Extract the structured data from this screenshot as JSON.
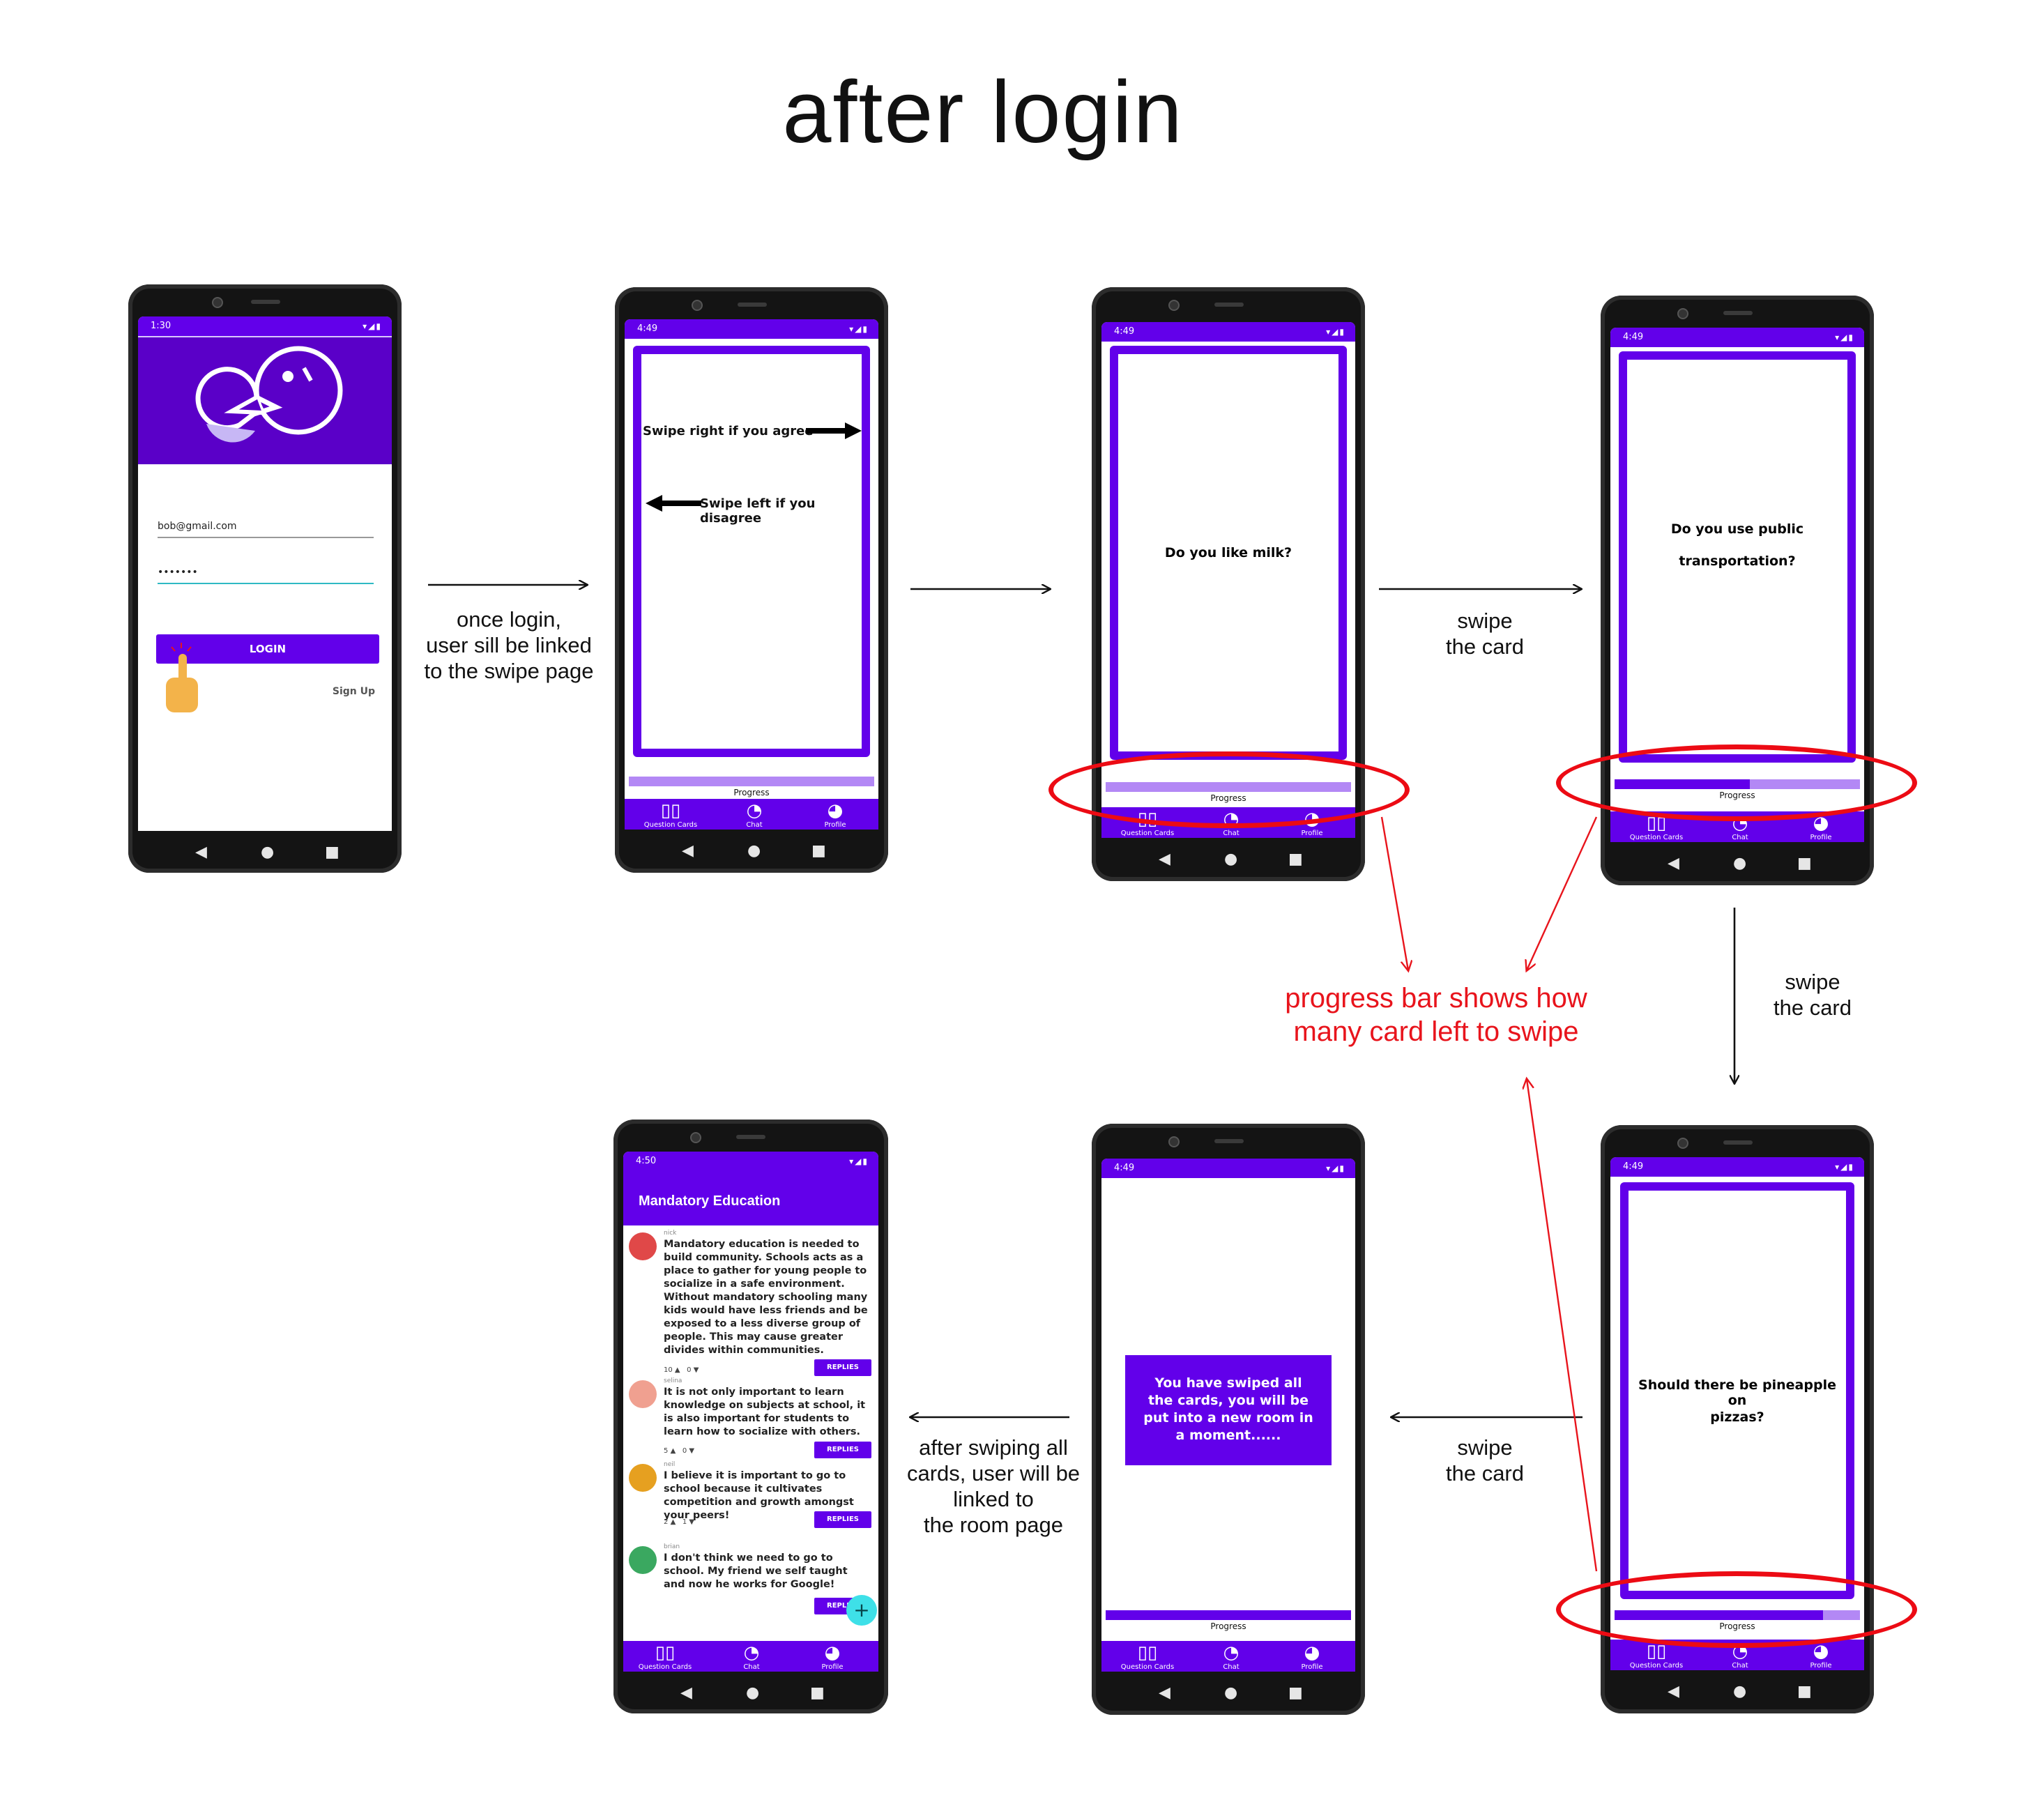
{
  "title": "after login",
  "colors": {
    "primary": "#6200ea",
    "progress_track": "#b388f5",
    "annotation_red": "#e8141c",
    "fab": "#3ee0e8"
  },
  "login_screen": {
    "status_time": "1:30",
    "email_value": "bob@gmail.com",
    "password_value": "•••••••",
    "login_label": "LOGIN",
    "signup_label": "Sign Up",
    "logo_icon": "chat-faces-logo",
    "pointer_icon": "pointing-hand-icon"
  },
  "intro_screen": {
    "status_time": "4:49",
    "swipe_right_text": "Swipe right if you agree",
    "swipe_left_text": "Swipe left if you disagree",
    "progress_label": "Progress",
    "progress": 0
  },
  "milk_screen": {
    "status_time": "4:49",
    "question": "Do you like milk?",
    "progress_label": "Progress",
    "progress": 0
  },
  "transport_screen": {
    "status_time": "4:49",
    "question_line1": "Do you use public",
    "question_line2": "transportation?",
    "progress_label": "Progress",
    "progress": 0.55
  },
  "pizza_screen": {
    "status_time": "4:49",
    "question_line1": "Should there be pineapple on",
    "question_line2": "pizzas?",
    "progress_label": "Progress",
    "progress": 0.85
  },
  "done_screen": {
    "status_time": "4:49",
    "message": "You have swiped all the cards, you will be put into a new room in a moment......",
    "progress_label": "Progress",
    "progress": 1
  },
  "bottom_nav": {
    "question_cards": "Question Cards",
    "chat": "Chat",
    "profile": "Profile"
  },
  "room_screen": {
    "status_time": "4:50",
    "title": "Mandatory Education",
    "reply_label": "REPLIES",
    "comments": [
      {
        "user": "nick",
        "text": "Mandatory education is needed to build community. Schools acts as a place to gather for young people to socialize in a safe environment. Without mandatory schooling many kids would have less friends and be exposed to a less diverse group of people. This may cause greater divides within communities.",
        "up": "10",
        "down": "0",
        "avatar_color": "#e04848"
      },
      {
        "user": "selina",
        "text": "It is not only important to learn knowledge on subjects at school, it is also important for students to learn how to socialize with others.",
        "up": "5",
        "down": "0",
        "avatar_color": "#f0a090"
      },
      {
        "user": "neil",
        "text": "I believe it is important to go to school because it cultivates competition and growth amongst your peers!",
        "up": "2",
        "down": "1",
        "avatar_color": "#e6a020"
      },
      {
        "user": "brian",
        "text": "I don't think we need to go to school. My friend we self taught and now he works for Google!",
        "up": "",
        "down": "",
        "avatar_color": "#3aa860"
      }
    ]
  },
  "annotations": {
    "login_to_swipe": "once login,\nuser sill be linked\nto the swipe page",
    "swipe_card": "swipe\nthe card",
    "progress_note": "progress bar shows how\nmany card left to swipe",
    "to_room": "after swiping all\ncards, user will be\nlinked to\nthe room page"
  }
}
